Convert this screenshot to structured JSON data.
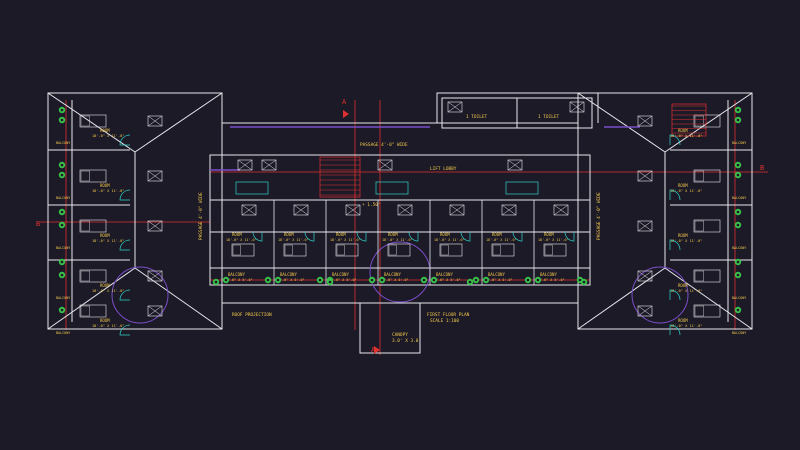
{
  "colors": {
    "background": "#1c1a27",
    "walls": "#e8e8ee",
    "grid_lines": "#e03030",
    "fixtures": "#e8e8ee",
    "doors": "#2fd3c8",
    "plants": "#39c24a",
    "partition": "#7a4fc8",
    "labels": "#f2c94c",
    "section_mark": "#e03030"
  },
  "drawing": {
    "title": "FIRST FLOOR PLAN",
    "scale": "SCALE 1:100",
    "roof_projection": "ROOF PROJECTION",
    "passage": "PASSAGE 4'-0\" WIDE",
    "passage_side_left": "PASSAGE 4'-0\" WIDE",
    "passage_side_right": "PASSAGE 4'-0\" WIDE",
    "canopy_label": "CANOPY",
    "canopy_size": "3.0' X 3.0'",
    "lift_lobby": "LIFT LOBBY",
    "section_left": "B",
    "section_right": "B",
    "section_top": "A",
    "section_bottom": "A",
    "level_mark": "+ 1.50'",
    "toilet_top_left": "1 TOILET",
    "toilet_top_right": "1 TOILET"
  },
  "rooms": {
    "left_wing": [
      {
        "name": "ROOM",
        "size": "18'-0\" X 11'-0\""
      },
      {
        "name": "ROOM",
        "size": "18'-0\" X 11'-0\""
      },
      {
        "name": "ROOM",
        "size": "18'-0\" X 11'-0\""
      },
      {
        "name": "ROOM",
        "size": "18'-0\" X 11'-0\""
      },
      {
        "name": "ROOM",
        "size": "18'-0\" X 11'-0\""
      }
    ],
    "right_wing": [
      {
        "name": "ROOM",
        "size": "18'-0\" X 11'-0\""
      },
      {
        "name": "ROOM",
        "size": "18'-0\" X 11'-0\""
      },
      {
        "name": "ROOM",
        "size": "18'-0\" X 11'-0\""
      },
      {
        "name": "ROOM",
        "size": "18'-0\" X 11'-0\""
      },
      {
        "name": "ROOM",
        "size": "18'-0\" X 11'-0\""
      }
    ],
    "center_row": [
      {
        "name": "ROOM",
        "size": "18'-0\" X 11'-0\""
      },
      {
        "name": "ROOM",
        "size": "18'-0\" X 11'-0\""
      },
      {
        "name": "ROOM",
        "size": "18'-0\" X 11'-0\""
      },
      {
        "name": "ROOM",
        "size": "18'-0\" X 11'-0\""
      },
      {
        "name": "ROOM",
        "size": "18'-0\" X 11'-0\""
      },
      {
        "name": "ROOM",
        "size": "18'-0\" X 11'-0\""
      },
      {
        "name": "ROOM",
        "size": "18'-0\" X 11'-0\""
      }
    ],
    "balconies": [
      {
        "name": "BALCONY",
        "size": "9'-6\" X 5'-0\""
      },
      {
        "name": "BALCONY",
        "size": "9'-6\" X 5'-0\""
      },
      {
        "name": "BALCONY",
        "size": "9'-6\" X 5'-0\""
      },
      {
        "name": "BALCONY",
        "size": "9'-6\" X 5'-0\""
      },
      {
        "name": "BALCONY",
        "size": "9'-6\" X 5'-0\""
      },
      {
        "name": "BALCONY",
        "size": "9'-6\" X 5'-0\""
      },
      {
        "name": "BALCONY",
        "size": "9'-6\" X 5'-0\""
      }
    ],
    "side_balcony": "BALCONY"
  }
}
